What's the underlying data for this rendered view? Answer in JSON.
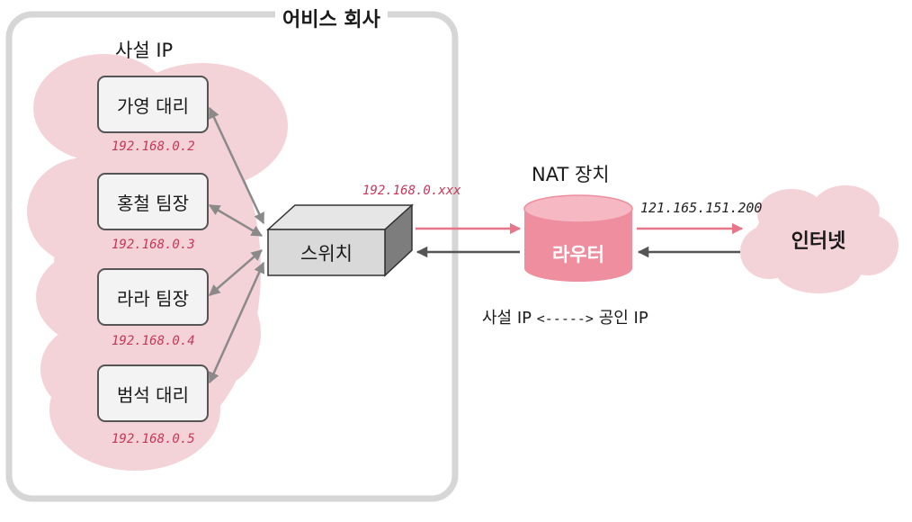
{
  "company": {
    "title": "어비스 회사"
  },
  "private_ip_label": "사설 IP",
  "employees": [
    {
      "name": "가영 대리",
      "ip": "192.168.0.2"
    },
    {
      "name": "홍철 팀장",
      "ip": "192.168.0.3"
    },
    {
      "name": "라라 팀장",
      "ip": "192.168.0.4"
    },
    {
      "name": "범석 대리",
      "ip": "192.168.0.5"
    }
  ],
  "switch": {
    "label": "스위치",
    "ip": "192.168.0.xxx"
  },
  "nat": {
    "title": "NAT 장치",
    "router_label": "라우터",
    "public_ip": "121.165.151.200",
    "translation": {
      "from": "사설 IP",
      "arrow": "<----->",
      "to": "공인 IP"
    }
  },
  "internet": {
    "label": "인터넷"
  },
  "colors": {
    "cloud_pink": "#f4d3d8",
    "router_pink": "#ee8e9e",
    "router_top": "#f6b8c3",
    "ip_red": "#c8375a",
    "arrow_pink": "#e8768a",
    "arrow_gray": "#8a8a8a",
    "frame_gray": "#d6d6d6"
  }
}
